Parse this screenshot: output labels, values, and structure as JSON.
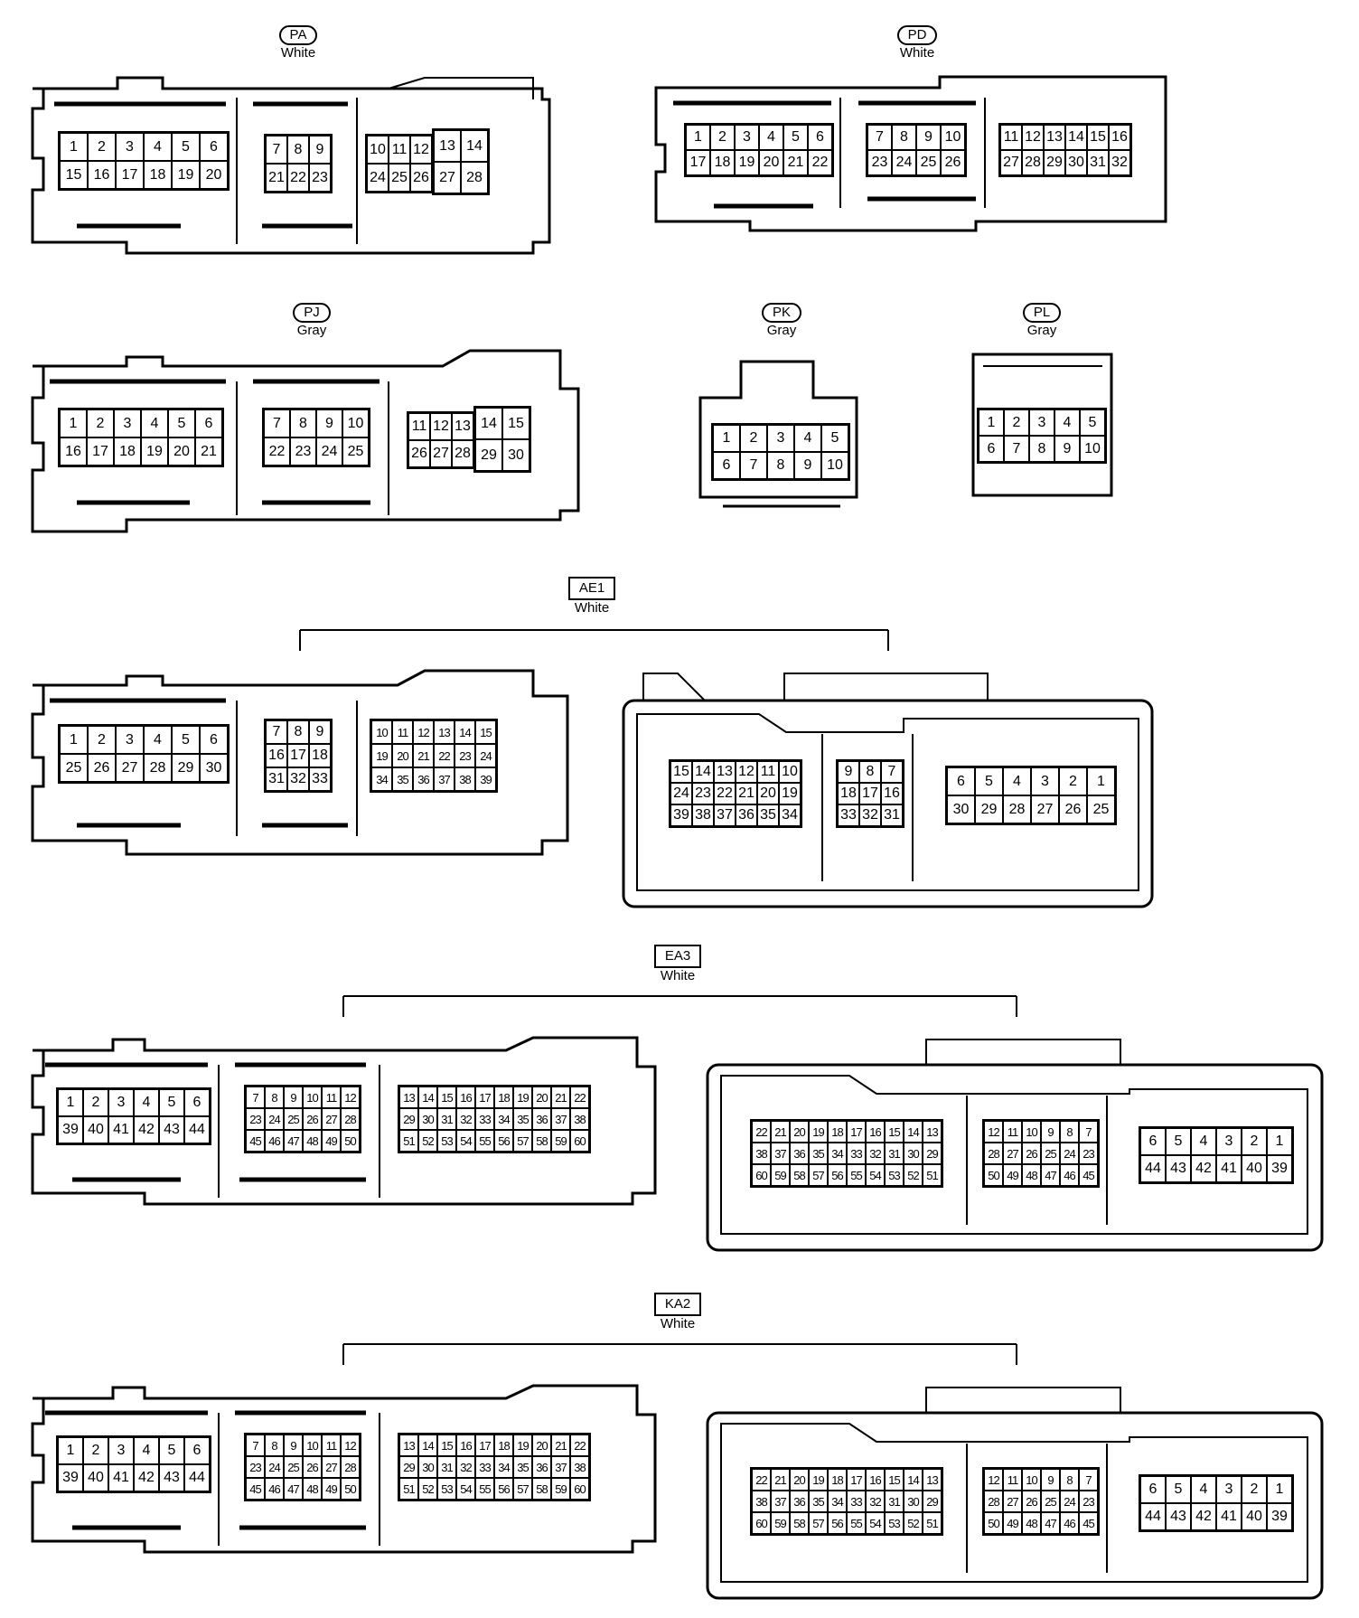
{
  "connectors": {
    "PA": {
      "name": "PA",
      "color": "White",
      "groups": [
        {
          "rows": [
            [
              "1",
              "2",
              "3",
              "4",
              "5",
              "6"
            ],
            [
              "15",
              "16",
              "17",
              "18",
              "19",
              "20"
            ]
          ]
        },
        {
          "rows": [
            [
              "7",
              "8",
              "9"
            ],
            [
              "21",
              "22",
              "23"
            ]
          ]
        },
        {
          "rows": [
            [
              "10",
              "11",
              "12"
            ],
            [
              "24",
              "25",
              "26"
            ]
          ]
        },
        {
          "rows": [
            [
              "13",
              "14"
            ],
            [
              "27",
              "28"
            ]
          ]
        }
      ]
    },
    "PD": {
      "name": "PD",
      "color": "White",
      "groups": [
        {
          "rows": [
            [
              "1",
              "2",
              "3",
              "4",
              "5",
              "6"
            ],
            [
              "17",
              "18",
              "19",
              "20",
              "21",
              "22"
            ]
          ]
        },
        {
          "rows": [
            [
              "7",
              "8",
              "9",
              "10"
            ],
            [
              "23",
              "24",
              "25",
              "26"
            ]
          ]
        },
        {
          "rows": [
            [
              "11",
              "12",
              "13",
              "14",
              "15",
              "16"
            ],
            [
              "27",
              "28",
              "29",
              "30",
              "31",
              "32"
            ]
          ]
        }
      ]
    },
    "PJ": {
      "name": "PJ",
      "color": "Gray",
      "groups": [
        {
          "rows": [
            [
              "1",
              "2",
              "3",
              "4",
              "5",
              "6"
            ],
            [
              "16",
              "17",
              "18",
              "19",
              "20",
              "21"
            ]
          ]
        },
        {
          "rows": [
            [
              "7",
              "8",
              "9",
              "10"
            ],
            [
              "22",
              "23",
              "24",
              "25"
            ]
          ]
        },
        {
          "rows": [
            [
              "11",
              "12",
              "13"
            ],
            [
              "26",
              "27",
              "28"
            ]
          ]
        },
        {
          "rows": [
            [
              "14",
              "15"
            ],
            [
              "29",
              "30"
            ]
          ]
        }
      ]
    },
    "PK": {
      "name": "PK",
      "color": "Gray",
      "groups": [
        {
          "rows": [
            [
              "1",
              "2",
              "3",
              "4",
              "5"
            ],
            [
              "6",
              "7",
              "8",
              "9",
              "10"
            ]
          ]
        }
      ]
    },
    "PL": {
      "name": "PL",
      "color": "Gray",
      "groups": [
        {
          "rows": [
            [
              "1",
              "2",
              "3",
              "4",
              "5"
            ],
            [
              "6",
              "7",
              "8",
              "9",
              "10"
            ]
          ]
        }
      ]
    },
    "AE1": {
      "name": "AE1",
      "color": "White",
      "left": [
        {
          "rows": [
            [
              "1",
              "2",
              "3",
              "4",
              "5",
              "6"
            ],
            [
              "25",
              "26",
              "27",
              "28",
              "29",
              "30"
            ]
          ]
        },
        {
          "rows": [
            [
              "7",
              "8",
              "9"
            ],
            [
              "16",
              "17",
              "18"
            ],
            [
              "31",
              "32",
              "33"
            ]
          ]
        },
        {
          "rows": [
            [
              "10",
              "11",
              "12",
              "13",
              "14",
              "15"
            ],
            [
              "19",
              "20",
              "21",
              "22",
              "23",
              "24"
            ],
            [
              "34",
              "35",
              "36",
              "37",
              "38",
              "39"
            ]
          ]
        }
      ],
      "right": [
        {
          "rows": [
            [
              "15",
              "14",
              "13",
              "12",
              "11",
              "10"
            ],
            [
              "24",
              "23",
              "22",
              "21",
              "20",
              "19"
            ],
            [
              "39",
              "38",
              "37",
              "36",
              "35",
              "34"
            ]
          ]
        },
        {
          "rows": [
            [
              "9",
              "8",
              "7"
            ],
            [
              "18",
              "17",
              "16"
            ],
            [
              "33",
              "32",
              "31"
            ]
          ]
        },
        {
          "rows": [
            [
              "6",
              "5",
              "4",
              "3",
              "2",
              "1"
            ],
            [
              "30",
              "29",
              "28",
              "27",
              "26",
              "25"
            ]
          ]
        }
      ]
    },
    "EA3": {
      "name": "EA3",
      "color": "White",
      "left": [
        {
          "rows": [
            [
              "1",
              "2",
              "3",
              "4",
              "5",
              "6"
            ],
            [
              "39",
              "40",
              "41",
              "42",
              "43",
              "44"
            ]
          ]
        },
        {
          "rows": [
            [
              "7",
              "8",
              "9",
              "10",
              "11",
              "12"
            ],
            [
              "23",
              "24",
              "25",
              "26",
              "27",
              "28"
            ],
            [
              "45",
              "46",
              "47",
              "48",
              "49",
              "50"
            ]
          ]
        },
        {
          "rows": [
            [
              "13",
              "14",
              "15",
              "16",
              "17",
              "18",
              "19",
              "20",
              "21",
              "22"
            ],
            [
              "29",
              "30",
              "31",
              "32",
              "33",
              "34",
              "35",
              "36",
              "37",
              "38"
            ],
            [
              "51",
              "52",
              "53",
              "54",
              "55",
              "56",
              "57",
              "58",
              "59",
              "60"
            ]
          ]
        }
      ],
      "right": [
        {
          "rows": [
            [
              "22",
              "21",
              "20",
              "19",
              "18",
              "17",
              "16",
              "15",
              "14",
              "13"
            ],
            [
              "38",
              "37",
              "36",
              "35",
              "34",
              "33",
              "32",
              "31",
              "30",
              "29"
            ],
            [
              "60",
              "59",
              "58",
              "57",
              "56",
              "55",
              "54",
              "53",
              "52",
              "51"
            ]
          ]
        },
        {
          "rows": [
            [
              "12",
              "11",
              "10",
              "9",
              "8",
              "7"
            ],
            [
              "28",
              "27",
              "26",
              "25",
              "24",
              "23"
            ],
            [
              "50",
              "49",
              "48",
              "47",
              "46",
              "45"
            ]
          ]
        },
        {
          "rows": [
            [
              "6",
              "5",
              "4",
              "3",
              "2",
              "1"
            ],
            [
              "44",
              "43",
              "42",
              "41",
              "40",
              "39"
            ]
          ]
        }
      ]
    },
    "KA2": {
      "name": "KA2",
      "color": "White",
      "left": [
        {
          "rows": [
            [
              "1",
              "2",
              "3",
              "4",
              "5",
              "6"
            ],
            [
              "39",
              "40",
              "41",
              "42",
              "43",
              "44"
            ]
          ]
        },
        {
          "rows": [
            [
              "7",
              "8",
              "9",
              "10",
              "11",
              "12"
            ],
            [
              "23",
              "24",
              "25",
              "26",
              "27",
              "28"
            ],
            [
              "45",
              "46",
              "47",
              "48",
              "49",
              "50"
            ]
          ]
        },
        {
          "rows": [
            [
              "13",
              "14",
              "15",
              "16",
              "17",
              "18",
              "19",
              "20",
              "21",
              "22"
            ],
            [
              "29",
              "30",
              "31",
              "32",
              "33",
              "34",
              "35",
              "36",
              "37",
              "38"
            ],
            [
              "51",
              "52",
              "53",
              "54",
              "55",
              "56",
              "57",
              "58",
              "59",
              "60"
            ]
          ]
        }
      ],
      "right": [
        {
          "rows": [
            [
              "22",
              "21",
              "20",
              "19",
              "18",
              "17",
              "16",
              "15",
              "14",
              "13"
            ],
            [
              "38",
              "37",
              "36",
              "35",
              "34",
              "33",
              "32",
              "31",
              "30",
              "29"
            ],
            [
              "60",
              "59",
              "58",
              "57",
              "56",
              "55",
              "54",
              "53",
              "52",
              "51"
            ]
          ]
        },
        {
          "rows": [
            [
              "12",
              "11",
              "10",
              "9",
              "8",
              "7"
            ],
            [
              "28",
              "27",
              "26",
              "25",
              "24",
              "23"
            ],
            [
              "50",
              "49",
              "48",
              "47",
              "46",
              "45"
            ]
          ]
        },
        {
          "rows": [
            [
              "6",
              "5",
              "4",
              "3",
              "2",
              "1"
            ],
            [
              "44",
              "43",
              "42",
              "41",
              "40",
              "39"
            ]
          ]
        }
      ]
    }
  }
}
